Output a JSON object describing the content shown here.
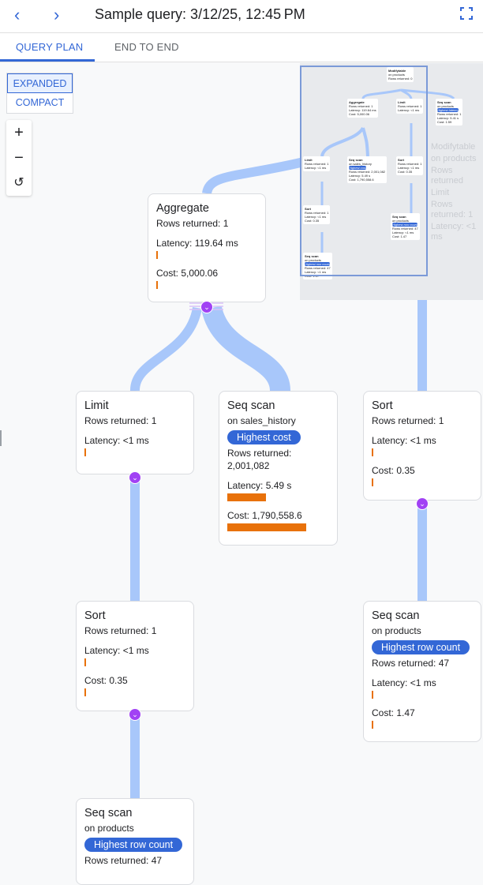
{
  "header": {
    "title": "Sample query: 3/12/25, 12:45 PM",
    "back_icon": "chevron-left-icon",
    "forward_icon": "chevron-right-icon",
    "fullscreen_icon": "fullscreen-icon"
  },
  "tabs": [
    {
      "label": "QUERY PLAN",
      "active": true
    },
    {
      "label": "END TO END",
      "active": false
    }
  ],
  "view_mode": {
    "expanded": "EXPANDED",
    "compact": "COMPACT",
    "selected": "EXPANDED"
  },
  "zoom_controls": {
    "zoom_in": "+",
    "zoom_out": "−",
    "reset": "↺"
  },
  "colors": {
    "accent": "#3367d6",
    "edge": "#a8c7fa",
    "bar": "#e8710a",
    "expand": "#a142f4"
  },
  "nodes": {
    "aggregate": {
      "title": "Aggregate",
      "rows": "Rows returned: 1",
      "latency": "Latency: 119.64 ms",
      "cost": "Cost: 5,000.06"
    },
    "limit": {
      "title": "Limit",
      "rows": "Rows returned: 1",
      "latency": "Latency: <1 ms"
    },
    "seq_sales": {
      "title": "Seq scan",
      "on": "on sales_history",
      "badge": "Highest cost",
      "rows": "Rows returned:",
      "rows_value": "2,001,082",
      "latency": "Latency: 5.49 s",
      "cost": "Cost: 1,790,558.6"
    },
    "sort_right": {
      "title": "Sort",
      "rows": "Rows returned: 1",
      "latency": "Latency: <1 ms",
      "cost": "Cost: 0.35"
    },
    "sort_left": {
      "title": "Sort",
      "rows": "Rows returned: 1",
      "latency": "Latency: <1 ms",
      "cost": "Cost: 0.35"
    },
    "seq_products_right": {
      "title": "Seq scan",
      "on": "on products",
      "badge": "Highest row count",
      "rows": "Rows returned: 47",
      "latency": "Latency: <1 ms",
      "cost": "Cost: 1.47"
    },
    "seq_products_bottom": {
      "title": "Seq scan",
      "on": "on products",
      "badge": "Highest row count",
      "rows": "Rows returned: 47"
    }
  },
  "ghost": {
    "modify": "Modifytable",
    "on": "on products",
    "rows": "Rows returned",
    "limit": "Limit",
    "limit_rows": "Rows returned: 1",
    "limit_latency": "Latency: <1 ms"
  },
  "minimap": {
    "modify": {
      "title": "Modifytable",
      "on": "on products",
      "rows": "Rows returned: 0"
    },
    "aggregate": {
      "title": "Aggregate",
      "rows": "Rows returned: 1",
      "latency": "Latency: 119.64 ms",
      "cost": "Cost: 5,000.06"
    },
    "limit1": {
      "title": "Limit",
      "rows": "Rows returned: 1",
      "latency": "Latency: <1 ms"
    },
    "seq_latency": {
      "title": "Seq scan",
      "on": "on products",
      "badge": "Highest latency",
      "rows": "Rows returned: 1",
      "latency": "Latency: 5.41 s",
      "cost": "Cost: 1.59"
    },
    "limit2": {
      "title": "Limit",
      "rows": "Rows returned: 1",
      "latency": "Latency: <1 ms"
    },
    "seq_sales": {
      "title": "Seq scan",
      "on": "on sales_history",
      "badge": "Highest cost",
      "rows": "Rows returned: 2,001,082",
      "latency": "Latency: 5.49 s",
      "cost": "Cost: 1,790,558.6"
    },
    "sort1": {
      "title": "Sort",
      "rows": "Rows returned: 1",
      "latency": "Latency: <1 ms",
      "cost": "Cost: 0.35"
    },
    "sort2": {
      "title": "Sort",
      "rows": "Rows returned: 1",
      "latency": "Latency: <1 ms",
      "cost": "Cost: 0.35"
    },
    "seq_p1": {
      "title": "Seq scan",
      "on": "on products",
      "badge": "Highest row count",
      "rows": "Rows returned: 47",
      "latency": "Latency: <1 ms",
      "cost": "Cost: 1.47"
    },
    "seq_p2": {
      "title": "Seq scan",
      "on": "on products",
      "badge": "Highest row count",
      "rows": "Rows returned: 47",
      "latency": "Latency: <1 ms",
      "cost": "Cost: 1.47"
    }
  }
}
